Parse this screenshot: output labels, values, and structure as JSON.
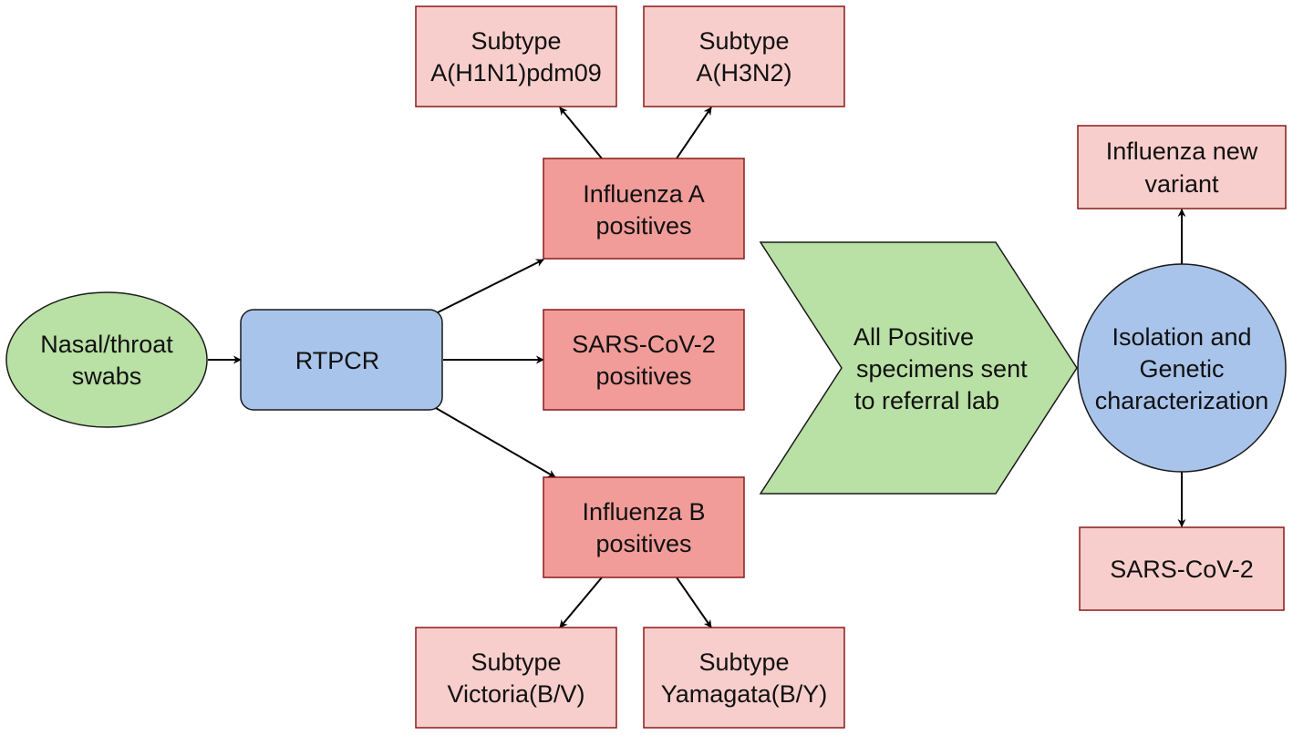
{
  "colors": {
    "green_fill": "#b9e0a5",
    "blue_fill": "#a9c4eb",
    "red_fill": "#f19c99",
    "pink_fill": "#f8cecc",
    "red_border": "#8b1a1a",
    "dark_border": "#1a1a1a",
    "arrow": "#000000"
  },
  "nodes": {
    "swabs": {
      "line1": "Nasal/throat",
      "line2": "swabs"
    },
    "rtpcr": {
      "line1": "RTPCR"
    },
    "flu_a": {
      "line1": "Influenza A",
      "line2": "positives"
    },
    "sars_pos": {
      "line1": "SARS-CoV-2",
      "line2": "positives"
    },
    "flu_b": {
      "line1": "Influenza B",
      "line2": "positives"
    },
    "h1n1": {
      "line1": "Subtype",
      "line2": "A(H1N1)pdm09"
    },
    "h3n2": {
      "line1": "Subtype",
      "line2": "A(H3N2)"
    },
    "victoria": {
      "line1": "Subtype",
      "line2": "Victoria(B/V)"
    },
    "yamagata": {
      "line1": "Subtype",
      "line2": "Yamagata(B/Y)"
    },
    "referral": {
      "line1": "All Positive",
      "line2": "specimens sent",
      "line3": "to referral lab"
    },
    "isolation": {
      "line1": "Isolation and",
      "line2": "Genetic",
      "line3": "characterization"
    },
    "new_variant": {
      "line1": "Influenza new",
      "line2": "variant"
    },
    "sars": {
      "line1": "SARS-CoV-2"
    }
  }
}
